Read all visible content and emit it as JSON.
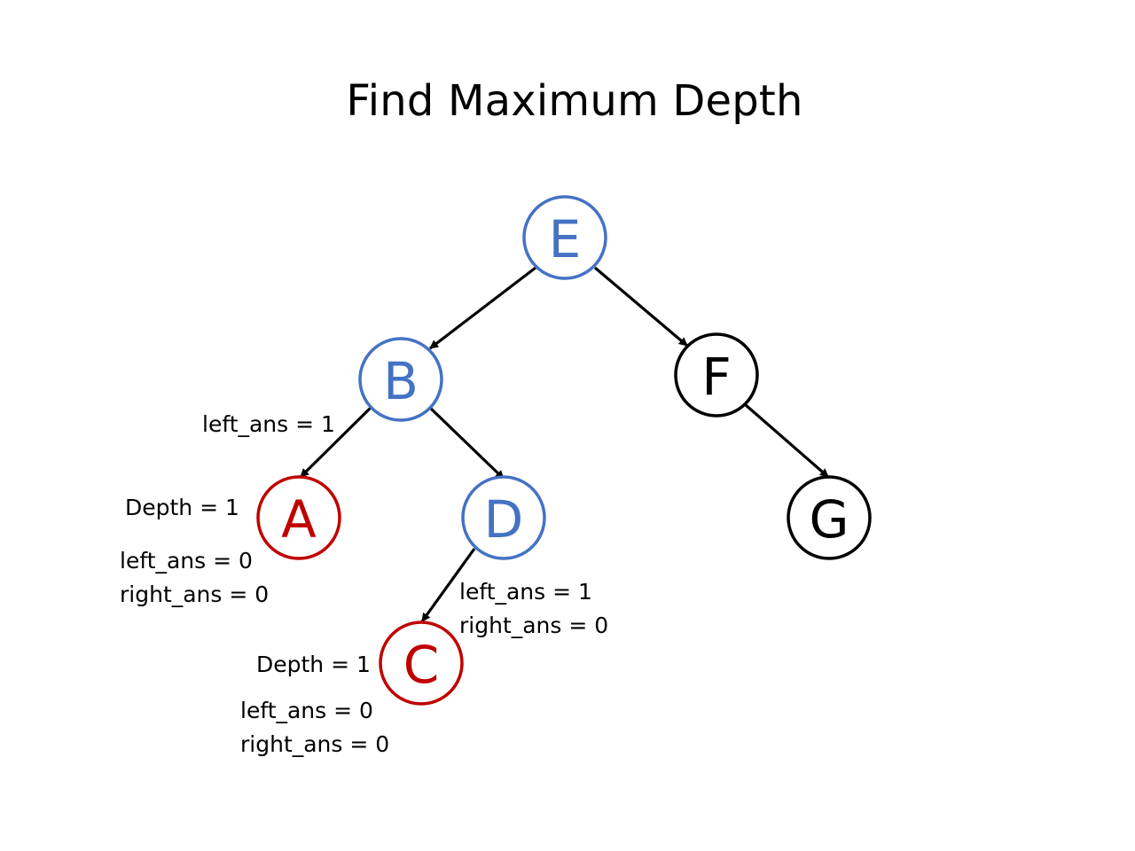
{
  "title": "Find Maximum Depth",
  "colors": {
    "visited": "#4472c4",
    "leaf_active": "#c00000",
    "default": "#000000"
  },
  "nodes": {
    "E": {
      "label": "E",
      "state": "visited"
    },
    "B": {
      "label": "B",
      "state": "visited"
    },
    "F": {
      "label": "F",
      "state": "default"
    },
    "A": {
      "label": "A",
      "state": "leaf_active"
    },
    "D": {
      "label": "D",
      "state": "visited"
    },
    "G": {
      "label": "G",
      "state": "default"
    },
    "C": {
      "label": "C",
      "state": "leaf_active"
    }
  },
  "edges": [
    {
      "from": "E",
      "to": "B"
    },
    {
      "from": "E",
      "to": "F"
    },
    {
      "from": "B",
      "to": "A"
    },
    {
      "from": "B",
      "to": "D"
    },
    {
      "from": "F",
      "to": "G"
    },
    {
      "from": "D",
      "to": "C"
    }
  ],
  "annotations": {
    "b_left_ans": "left_ans = 1",
    "a_depth": "Depth = 1",
    "a_left_ans": "left_ans = 0",
    "a_right_ans": "right_ans = 0",
    "d_left_ans": "left_ans = 1",
    "d_right_ans": "right_ans = 0",
    "c_depth": "Depth = 1",
    "c_left_ans": "left_ans = 0",
    "c_right_ans": "right_ans = 0"
  }
}
